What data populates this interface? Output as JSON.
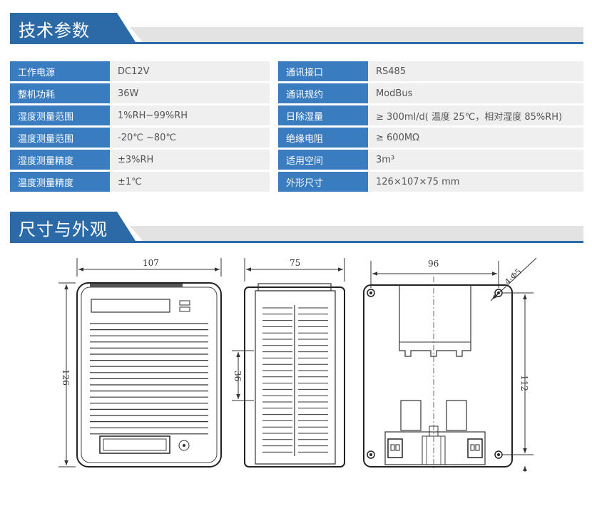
{
  "sections": {
    "specs_title": "技术参数",
    "dimensions_title": "尺寸与外观"
  },
  "specs_left": [
    {
      "label": "工作电源",
      "value": "DC12V"
    },
    {
      "label": "整机功耗",
      "value": "36W"
    },
    {
      "label": "湿度测量范围",
      "value": "1%RH~99%RH"
    },
    {
      "label": "温度测量范围",
      "value": "-20℃ ~80℃"
    },
    {
      "label": "湿度测量精度",
      "value": "±3%RH"
    },
    {
      "label": "温度测量精度",
      "value": "±1℃"
    }
  ],
  "specs_right": [
    {
      "label": "通讯接口",
      "value": "RS485"
    },
    {
      "label": "通讯规约",
      "value": "ModBus"
    },
    {
      "label": "日除湿量",
      "value": "≥ 300ml/d( 温度 25℃，相对湿度 85%RH)"
    },
    {
      "label": "绝缘电阻",
      "value": "≥ 600MΩ"
    },
    {
      "label": "适用空间",
      "value": "3m³"
    },
    {
      "label": "外形尺寸",
      "value": "126×107×75 mm"
    }
  ],
  "dimensions": {
    "front_width": "107",
    "front_height": "126",
    "side_depth": "75",
    "side_vent": "36",
    "back_hole_spacing": "96",
    "back_hole_vertical": "112",
    "back_hole_spec": "4-Φ5"
  }
}
